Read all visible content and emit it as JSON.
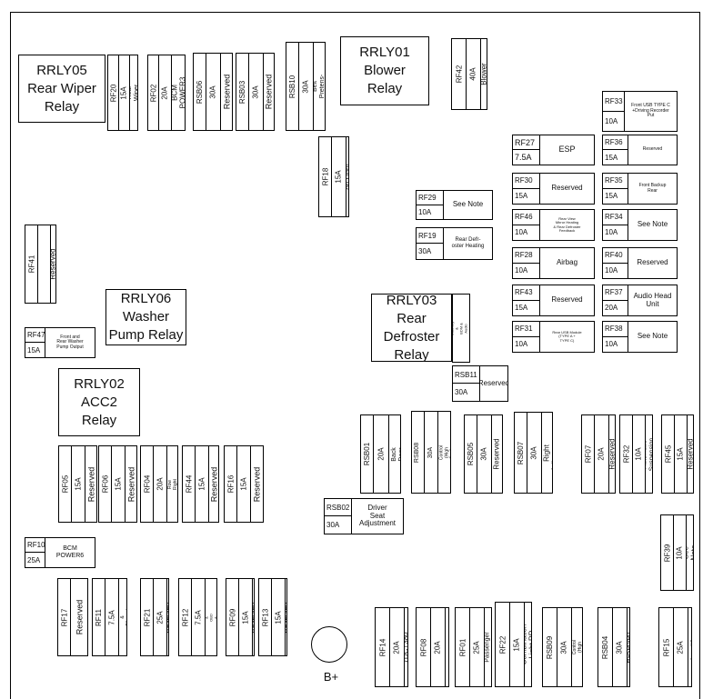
{
  "relays": [
    {
      "id": "rrly05",
      "text": "RRLY05\nRear Wiper\nRelay"
    },
    {
      "id": "rrly01",
      "text": "RRLY01\nBlower\nRelay"
    },
    {
      "id": "rrly06",
      "text": "RRLY06\nWasher\nPump Relay"
    },
    {
      "id": "rrly03",
      "text": "RRLY03\nRear\nDefroster\nRelay"
    },
    {
      "id": "rrly02",
      "text": "RRLY02\nACC2\nRelay"
    }
  ],
  "fuses_v": [
    {
      "code": "RF20",
      "amp": "15A",
      "label": "Rear\nWiper"
    },
    {
      "code": "RF02",
      "amp": "20A",
      "label": "BCM\nPOWER3"
    },
    {
      "code": "RSB06",
      "amp": "30A",
      "label": "Reserved"
    },
    {
      "code": "RSB03",
      "amp": "30A",
      "label": "Reserved"
    },
    {
      "code": "RSB10",
      "amp": "30A",
      "label": "Seat Belt\nPretens-\nioner"
    },
    {
      "code": "RF42",
      "amp": "40A",
      "label": "Blower"
    },
    {
      "code": "RF18",
      "amp": "15A",
      "label": "Combinati-\non Light RL"
    },
    {
      "code": "RF41",
      "amp": "",
      "label": "Reserved"
    },
    {
      "code": "RF26",
      "amp": "7.5A",
      "label": "Gateway &\nBDM & Audio\nHead Unit"
    },
    {
      "code": "RSB01",
      "amp": "20A",
      "label": "Power\nBack\nDoor"
    },
    {
      "code": "RSB08",
      "amp": "30A",
      "label": "Front Side\nDoor Control\n(High Config\nuration) DCM1"
    },
    {
      "code": "RSB05",
      "amp": "30A",
      "label": "Reserved"
    },
    {
      "code": "RSB07",
      "amp": "30A",
      "label": "2nd Row\nRight\nAdjustment"
    },
    {
      "code": "RF07",
      "amp": "20A",
      "label": "Reserved"
    },
    {
      "code": "RF32",
      "amp": "10A",
      "label": "Automatic\nSuspension"
    },
    {
      "code": "RF45",
      "amp": "15A",
      "label": "Reserved"
    },
    {
      "code": "RF05",
      "amp": "15A",
      "label": "Reserved"
    },
    {
      "code": "RF06",
      "amp": "15A",
      "label": "Reserved"
    },
    {
      "code": "RF04",
      "amp": "20A",
      "label": "2nd Row\nRight Seat"
    },
    {
      "code": "RF44",
      "amp": "15A",
      "label": "Reserved"
    },
    {
      "code": "RF16",
      "amp": "15A",
      "label": "Reserved"
    },
    {
      "code": "RF39",
      "amp": "10A",
      "label": "See Note"
    },
    {
      "code": "RF17",
      "amp": "",
      "label": "Reserved"
    },
    {
      "code": "RF11",
      "amp": "7.5A",
      "label": "Central\nGateway\n& Ethernet\nGateway"
    },
    {
      "code": "RF21",
      "amp": "25A",
      "label": "Reserved"
    },
    {
      "code": "RF12",
      "amp": "7.5A",
      "label": "Spiral Cable &\nOBD & Blower\nRelay"
    },
    {
      "code": "RF09",
      "amp": "15A",
      "label": "Reserved"
    },
    {
      "code": "RF13",
      "amp": "15A",
      "label": "Reserved"
    },
    {
      "code": "RF14",
      "amp": "20A",
      "label": "7DCT380"
    },
    {
      "code": "RF08",
      "amp": "20A",
      "label": "Automatic\nSuspension"
    },
    {
      "code": "RF01",
      "amp": "25A",
      "label": "Front\nPassenger\nAdjustment"
    },
    {
      "code": "RF22",
      "amp": "15A",
      "label": "Combination\nLight RR"
    },
    {
      "code": "RSB09",
      "amp": "30A",
      "label": "Rear Side\nDoor Control\n(High Confi-\nguration)\nDCM2"
    },
    {
      "code": "RSB04",
      "amp": "30A",
      "label": "Reserved"
    },
    {
      "code": "RF15",
      "amp": "25A",
      "label": "Power\nAmplifier"
    }
  ],
  "fuses_h": [
    {
      "code": "RF33",
      "amp": "10A",
      "label": "Front USB TYPE C\n+Driving Recorder\nPut"
    },
    {
      "code": "RF27",
      "amp": "7.5A",
      "label": "ESP"
    },
    {
      "code": "RF36",
      "amp": "15A",
      "label": "Reserved"
    },
    {
      "code": "RF30",
      "amp": "15A",
      "label": "Reserved"
    },
    {
      "code": "RF35",
      "amp": "15A",
      "label": "Front Backup\nRear"
    },
    {
      "code": "RF29",
      "amp": "10A",
      "label": "See Note"
    },
    {
      "code": "RF46",
      "amp": "10A",
      "label": "Rear View\nMirror Heating\n& Rear Defroster\nFeedback"
    },
    {
      "code": "RF34",
      "amp": "10A",
      "label": "See Note"
    },
    {
      "code": "RF19",
      "amp": "30A",
      "label": "Rear Defr-\noster Heating"
    },
    {
      "code": "RF28",
      "amp": "10A",
      "label": "Airbag"
    },
    {
      "code": "RF40",
      "amp": "10A",
      "label": "Reserved"
    },
    {
      "code": "RF43",
      "amp": "15A",
      "label": "Reserved"
    },
    {
      "code": "RF37",
      "amp": "20A",
      "label": "Audio Head\nUnit"
    },
    {
      "code": "RF31",
      "amp": "10A",
      "label": "Rear USB Module\n(TYPE A +\nTYPE C)"
    },
    {
      "code": "RF38",
      "amp": "10A",
      "label": "See Note"
    },
    {
      "code": "RF47",
      "amp": "15A",
      "label": "Front and\nRear Washer\nPump Output"
    },
    {
      "code": "RSB11",
      "amp": "30A",
      "label": "Reserved"
    },
    {
      "code": "RSB02",
      "amp": "30A",
      "label": "Driver\nSeat\nAdjustment"
    },
    {
      "code": "RF10",
      "amp": "25A",
      "label": "BCM\nPOWER6"
    }
  ],
  "battery": {
    "label": "B+"
  }
}
